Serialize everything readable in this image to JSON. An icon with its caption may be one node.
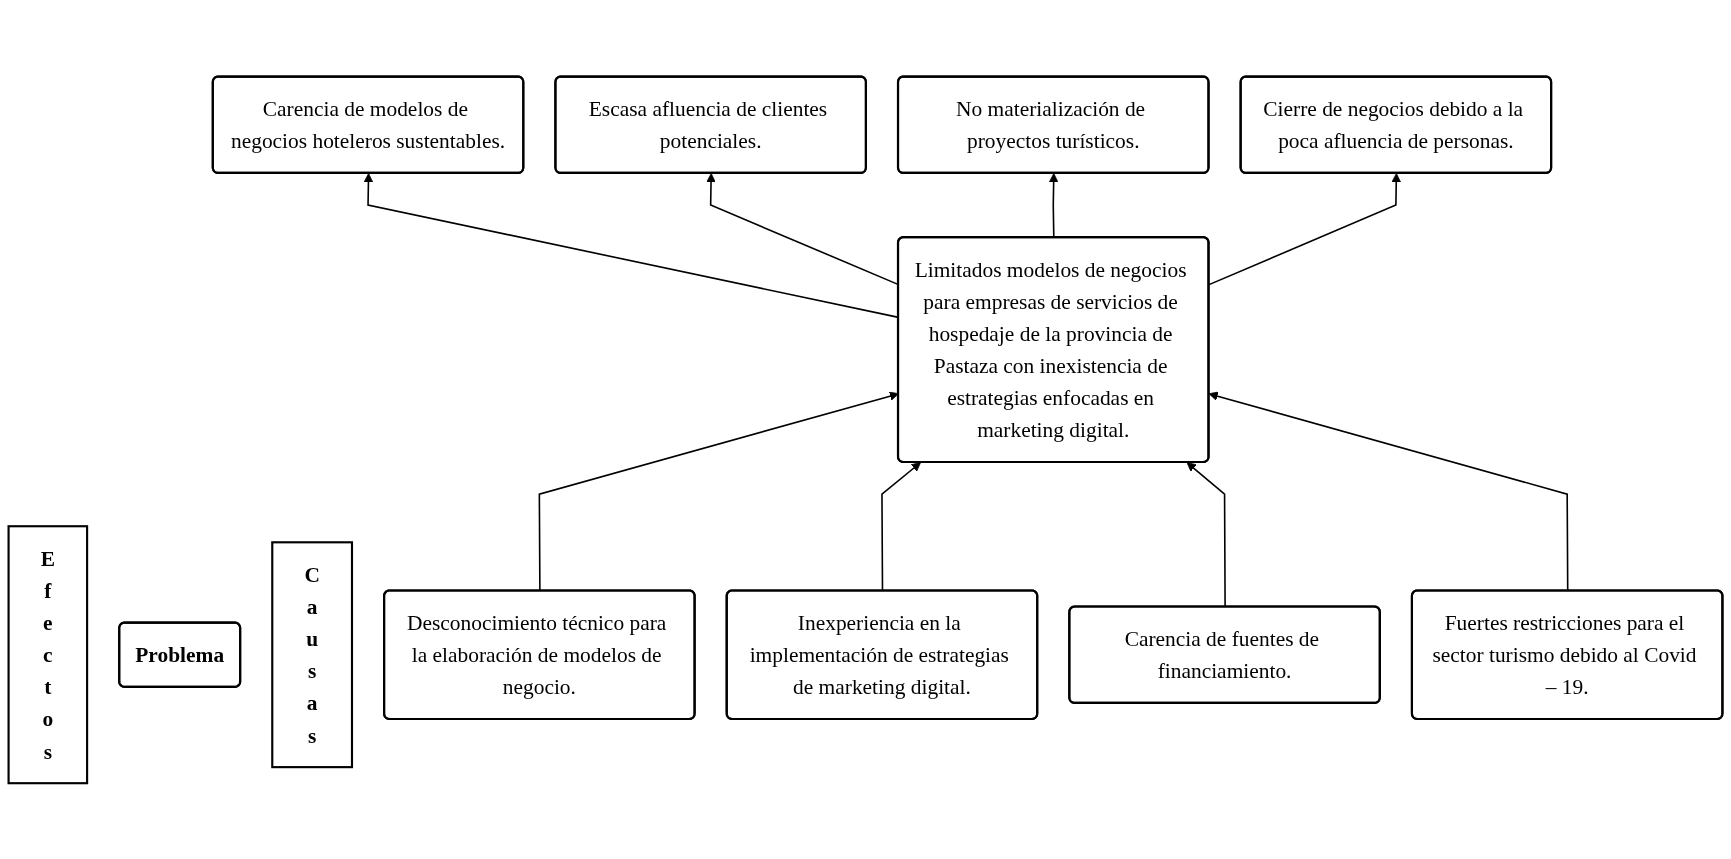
{
  "diagram": {
    "nodes": [
      {
        "text": [
          "Carencia de modelos de negocios hoteleros sustentables."
        ]
      },
      {
        "text": [
          "Escasa afluencia de clientes potenciales."
        ]
      },
      {
        "text": [
          "No materialización de proyectos turísticos."
        ]
      },
      {
        "text": [
          "Cierre de negocios debido a la poca afluencia de personas."
        ]
      },
      {
        "text": [
          "Efectos"
        ]
      },
      {
        "text": [
          "Limitados modelos de negocios para empresas de servicios de hospedaje de la provincia de Pastaza con inexistencia de estrategias enfocadas en marketing digital."
        ]
      },
      {
        "text": [
          "Problema"
        ]
      },
      {
        "text": [
          "Causas"
        ]
      },
      {
        "text": [
          "Desconocimiento técnico para la elaboración de modelos de negocio."
        ]
      },
      {
        "text": [
          "Inexperiencia en la implementación de estrategias de marketing digital."
        ]
      },
      {
        "text": [
          "Carencia de fuentes de financiamiento."
        ]
      },
      {
        "text": [
          "Fuertes restricciones para el sector turismo debido al Covid – 19."
        ]
      }
    ],
    "edges": [
      {
        "from": 5,
        "to": 0,
        "arrow": "to"
      },
      {
        "from": 5,
        "to": 1,
        "arrow": "to"
      },
      {
        "from": 5,
        "to": 2,
        "arrow": "to"
      },
      {
        "from": 5,
        "to": 3,
        "arrow": "to"
      },
      {
        "from": 8,
        "to": 5,
        "arrow": "to"
      },
      {
        "from": 9,
        "to": 5,
        "arrow": "to"
      },
      {
        "from": 10,
        "to": 5,
        "arrow": "to"
      },
      {
        "from": 11,
        "to": 5,
        "arrow": "to"
      }
    ]
  }
}
